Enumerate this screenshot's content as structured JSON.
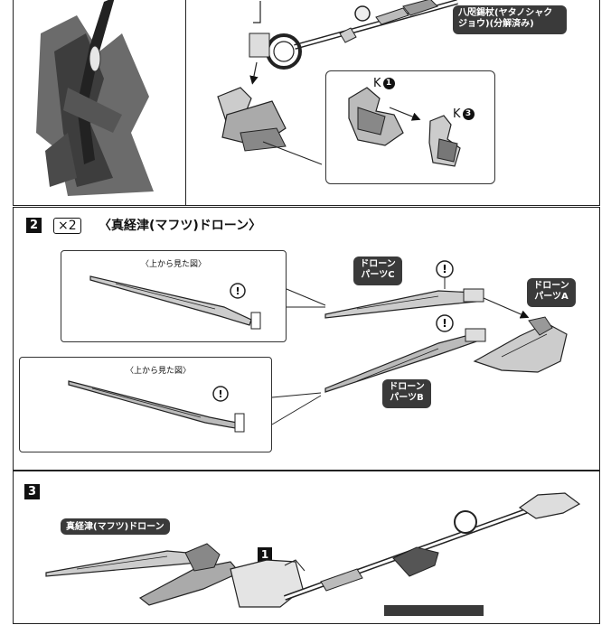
{
  "step1": {
    "staff_label": "八咫錫杖(ヤタノシャク\nジョウ)(分解済み)",
    "k1_letter": "K",
    "k1_number": "1",
    "k3_letter": "K",
    "k3_number": "3"
  },
  "step2": {
    "number": "2",
    "quantity": "×2",
    "title": "〈真経津(マフツ)ドローン〉",
    "subview_top_title": "〈上から見た図〉",
    "subview_bottom_title": "〈上から見た図〉",
    "part_c_label": "ドローン\nパーツC",
    "part_a_label": "ドローン\nパーツA",
    "part_b_label": "ドローン\nパーツB",
    "caution_mark": "!"
  },
  "step3": {
    "number": "3",
    "drone_label": "真経津(マフツ)ドローン",
    "ref_number": "1"
  }
}
